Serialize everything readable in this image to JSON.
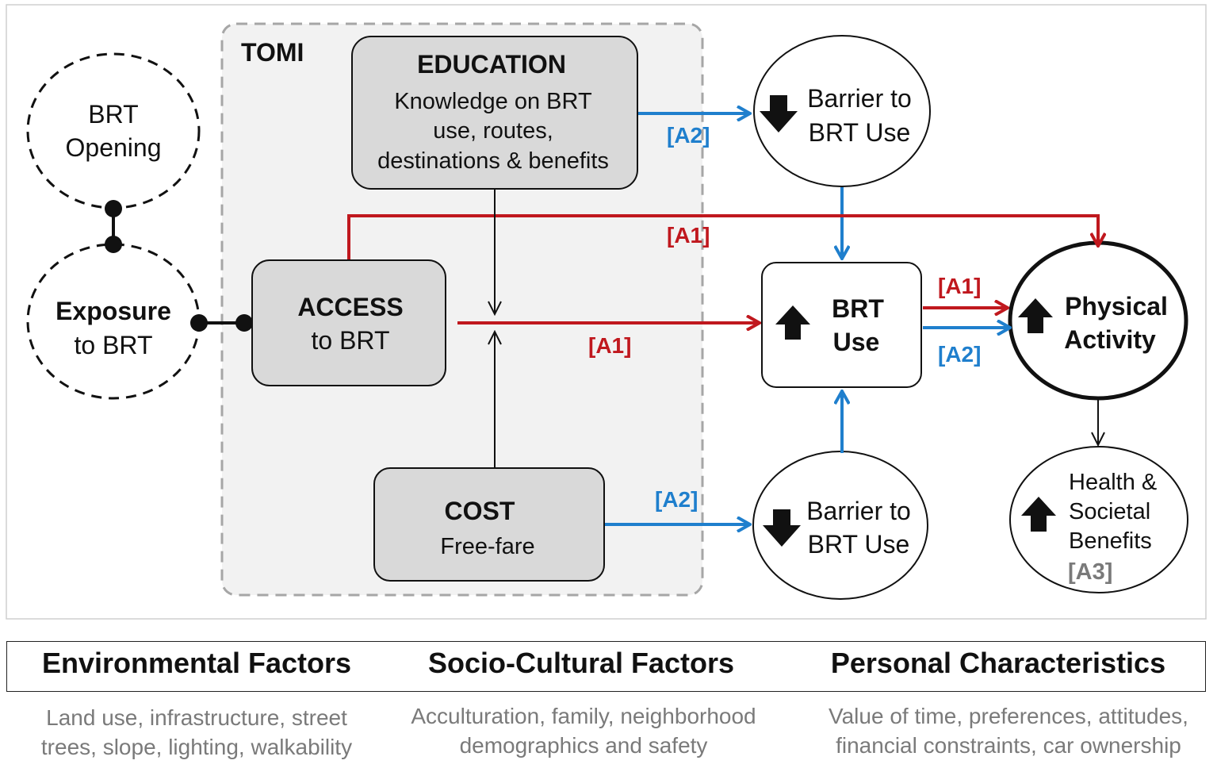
{
  "colors": {
    "red": "#c0181e",
    "blue": "#1f7fcd",
    "box_fill": "#d9d9d9",
    "gray_text": "#7a7a7a",
    "tomi_border": "#a6a6a6"
  },
  "nodes": {
    "tomi": {
      "label": "TOMI"
    },
    "brt_opening": {
      "line1": "BRT",
      "line2": "Opening"
    },
    "exposure": {
      "line1": "Exposure",
      "line2": "to BRT"
    },
    "education": {
      "title": "EDUCATION",
      "line1": "Knowledge on BRT",
      "line2": "use, routes,",
      "line3": "destinations & benefits"
    },
    "access": {
      "title": "ACCESS",
      "line1": "to BRT"
    },
    "cost": {
      "title": "COST",
      "line1": "Free-fare"
    },
    "barrier_top": {
      "line1": "Barrier to",
      "line2": "BRT Use",
      "icon": "arrow-down-icon"
    },
    "barrier_bottom": {
      "line1": "Barrier to",
      "line2": "BRT Use",
      "icon": "arrow-down-icon"
    },
    "brt_use": {
      "line1": "BRT",
      "line2": "Use",
      "icon": "arrow-up-icon"
    },
    "physical_activity": {
      "line1": "Physical",
      "line2": "Activity",
      "icon": "arrow-up-icon"
    },
    "health": {
      "line1": "Health &",
      "line2": "Societal",
      "line3": "Benefits",
      "tag": "[A3]",
      "icon": "arrow-up-icon"
    }
  },
  "edge_labels": {
    "edu_to_barrier": "[A2]",
    "access_to_pa_top": "[A1]",
    "access_to_brt": "[A1]",
    "brt_to_pa_red": "[A1]",
    "brt_to_pa_blue": "[A2]",
    "cost_to_barrier": "[A2]"
  },
  "factors": [
    {
      "title": "Environmental Factors",
      "desc_line1": "Land use, infrastructure, street",
      "desc_line2": "trees, slope, lighting, walkability"
    },
    {
      "title": "Socio-Cultural Factors",
      "desc_line1": "Acculturation, family, neighborhood",
      "desc_line2": "demographics and safety"
    },
    {
      "title": "Personal Characteristics",
      "desc_line1": "Value of time, preferences, attitudes,",
      "desc_line2": "financial constraints, car ownership"
    }
  ]
}
